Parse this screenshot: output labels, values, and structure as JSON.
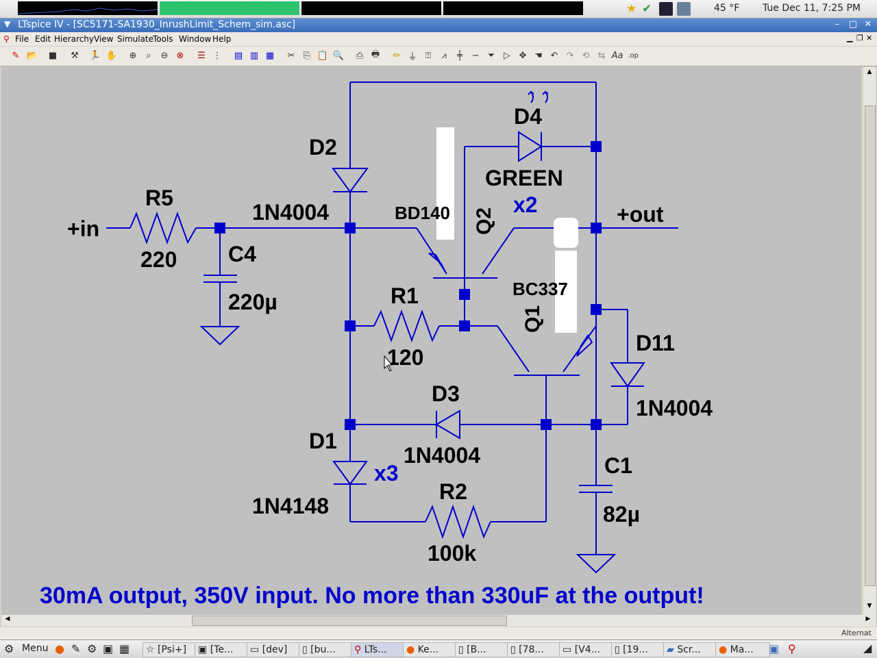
{
  "system": {
    "weather": "45 °F",
    "clock": "Tue Dec 11,  7:25 PM"
  },
  "window": {
    "title": "LTspice IV - [SC5171-SA1930_InrushLimit_Schem_sim.asc]"
  },
  "menu": [
    "File",
    "Edit",
    "Hierarchy",
    "View",
    "Simulate",
    "Tools",
    "Window",
    "Help"
  ],
  "schematic": {
    "labels": {
      "in": "+in",
      "out": "+out",
      "r5": "R5",
      "r5v": "220",
      "c4": "C4",
      "c4v": "220µ",
      "d2": "D2",
      "d2v": "1N4004",
      "q2v": "BD140",
      "q2": "Q2",
      "d4": "D4",
      "d4v": "GREEN",
      "x2": "x2",
      "q1v": "BC337",
      "q1": "Q1",
      "r1": "R1",
      "r1v": "120",
      "d11": "D11",
      "d11v": "1N4004",
      "d3": "D3",
      "d3v": "1N4004",
      "d1": "D1",
      "d1v": "1N4148",
      "x3": "x3",
      "r2": "R2",
      "r2v": "100k",
      "c1": "C1",
      "c1v": "82µ",
      "note": "30mA output, 350V input. No more than 330uF at the output!"
    },
    "colors": {
      "wire": "#0000cc",
      "text": "#000000",
      "note": "#0000cc",
      "background": "#c0c0c0"
    }
  },
  "status": {
    "right": "Alternat"
  },
  "taskbar": {
    "menu": "Menu",
    "tasks": [
      "[Psi+]",
      "[Te...",
      "[dev]",
      "[bu...",
      "LTs...",
      "Ke...",
      "[B...",
      "[78...",
      "[V4...",
      "[19...",
      "Scr...",
      "Ma..."
    ]
  }
}
